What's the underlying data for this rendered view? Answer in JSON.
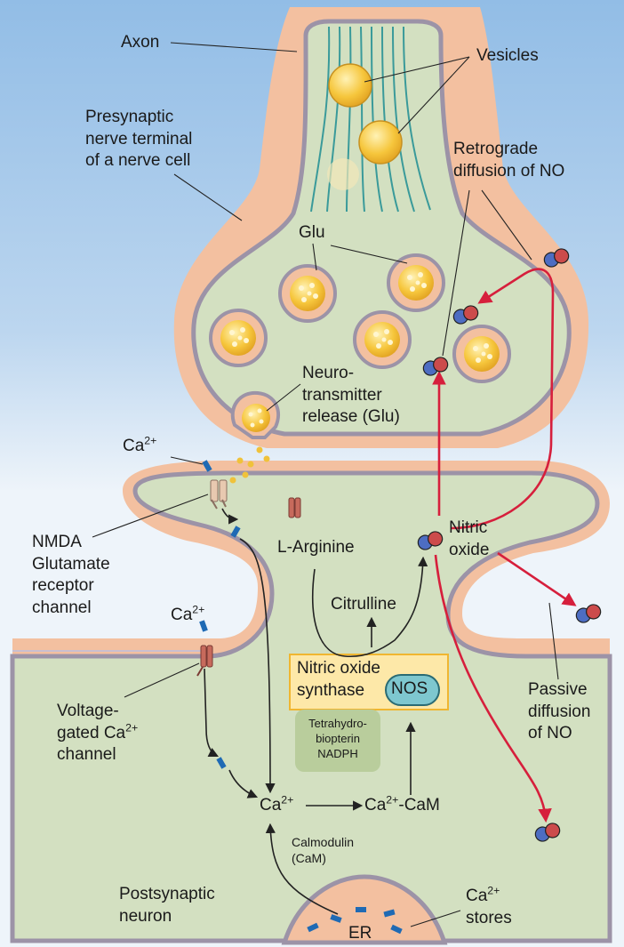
{
  "labels": {
    "axon": "Axon",
    "vesicles": "Vesicles",
    "presynaptic": [
      "Presynaptic",
      "nerve terminal",
      "of a nerve cell"
    ],
    "retrograde": [
      "Retrograde",
      "diffusion of NO"
    ],
    "glu": "Glu",
    "neurotransmitter_release": [
      "Neuro-",
      "transmitter",
      "release (Glu)"
    ],
    "ca_base": "Ca",
    "ca_charge": "2+",
    "nmda": [
      "NMDA",
      "Glutamate",
      "receptor",
      "channel"
    ],
    "l_arginine": "L-Arginine",
    "nitric_oxide": [
      "Nitric",
      "oxide"
    ],
    "citrulline": "Citrulline",
    "nos_enzyme": [
      "Nitric oxide",
      "synthase"
    ],
    "nos_badge": "NOS",
    "cofactors": [
      "Tetrahydro-",
      "biopterin",
      "NADPH"
    ],
    "voltage_gated": [
      "Voltage-",
      "gated Ca",
      "channel"
    ],
    "passive": [
      "Passive",
      "diffusion",
      "of NO"
    ],
    "ca_cam_suffix": "-CaM",
    "calmodulin": [
      "Calmodulin",
      "(CaM)"
    ],
    "postsynaptic": [
      "Postsynaptic",
      "neuron"
    ],
    "ca_stores_suffix": "stores",
    "er": "ER"
  },
  "colors": {
    "bg_blue_top": "#9cc3e9",
    "bg_blue_bottom": "#e8f1fa",
    "cytoplasm": "#d3e0c1",
    "membrane_outer": "#f4c3a4",
    "membrane_line": "#9c93a7",
    "vesicle_core": "#f0c23a",
    "nos_box_fill": "#fde8a8",
    "nos_box_stroke": "#f0b630",
    "nos_badge": "#7ec7cf",
    "cofactor_box": "#b9cd9c",
    "no_red": "#cc4b4b",
    "no_blue": "#4d6dc2",
    "arrow_red": "#d61f3c",
    "ca_ion": "#1f6ab4"
  }
}
